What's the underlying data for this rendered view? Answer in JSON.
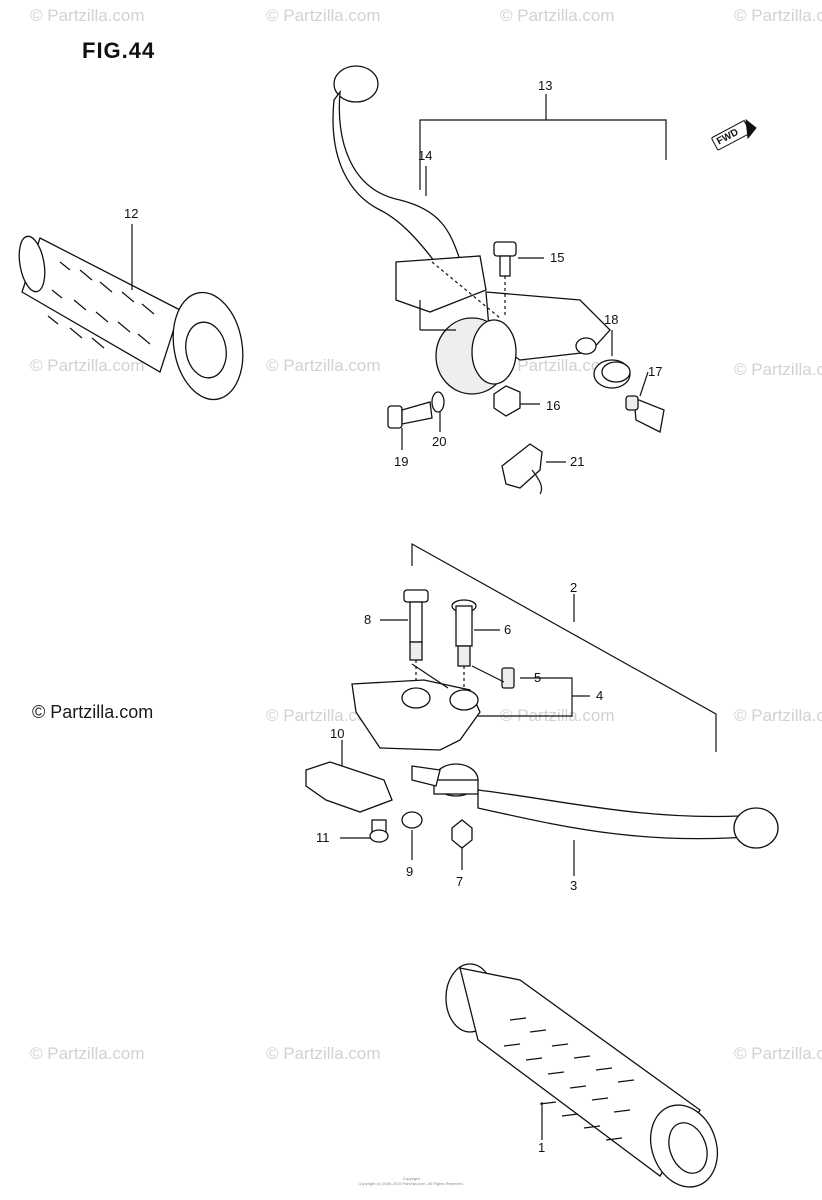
{
  "figure_label": "FIG.44",
  "watermark_text": "© Partzilla.com",
  "fwd_label": "FWD",
  "footer_lines": [
    "Copyright",
    "Copyright (c) 2006-2019 Partzilla.com. All Rights Reserved."
  ],
  "callouts": {
    "p1": "1",
    "p2": "2",
    "p3": "3",
    "p4": "4",
    "p5": "5",
    "p6": "6",
    "p7": "7",
    "p8": "8",
    "p9": "9",
    "p10": "10",
    "p11": "11",
    "p12": "12",
    "p13": "13",
    "p14": "14",
    "p15": "15",
    "p16": "16",
    "p17": "17",
    "p18": "18",
    "p19": "19",
    "p20": "20",
    "p21": "21"
  }
}
